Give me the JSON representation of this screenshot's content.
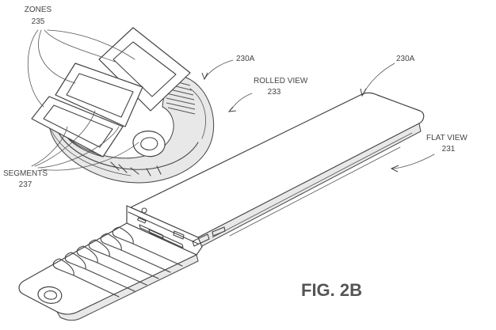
{
  "labels": {
    "zones_title": "ZONES",
    "zones_ref": "235",
    "rolled_ref": "230A",
    "rolled_title": "ROLLED VIEW",
    "rolled_num": "233",
    "flat_ref": "230A",
    "flat_title": "FLAT VIEW",
    "flat_num": "231",
    "segments_title": "SEGMENTS",
    "segments_ref": "237",
    "figure_caption": "FIG. 2B"
  }
}
